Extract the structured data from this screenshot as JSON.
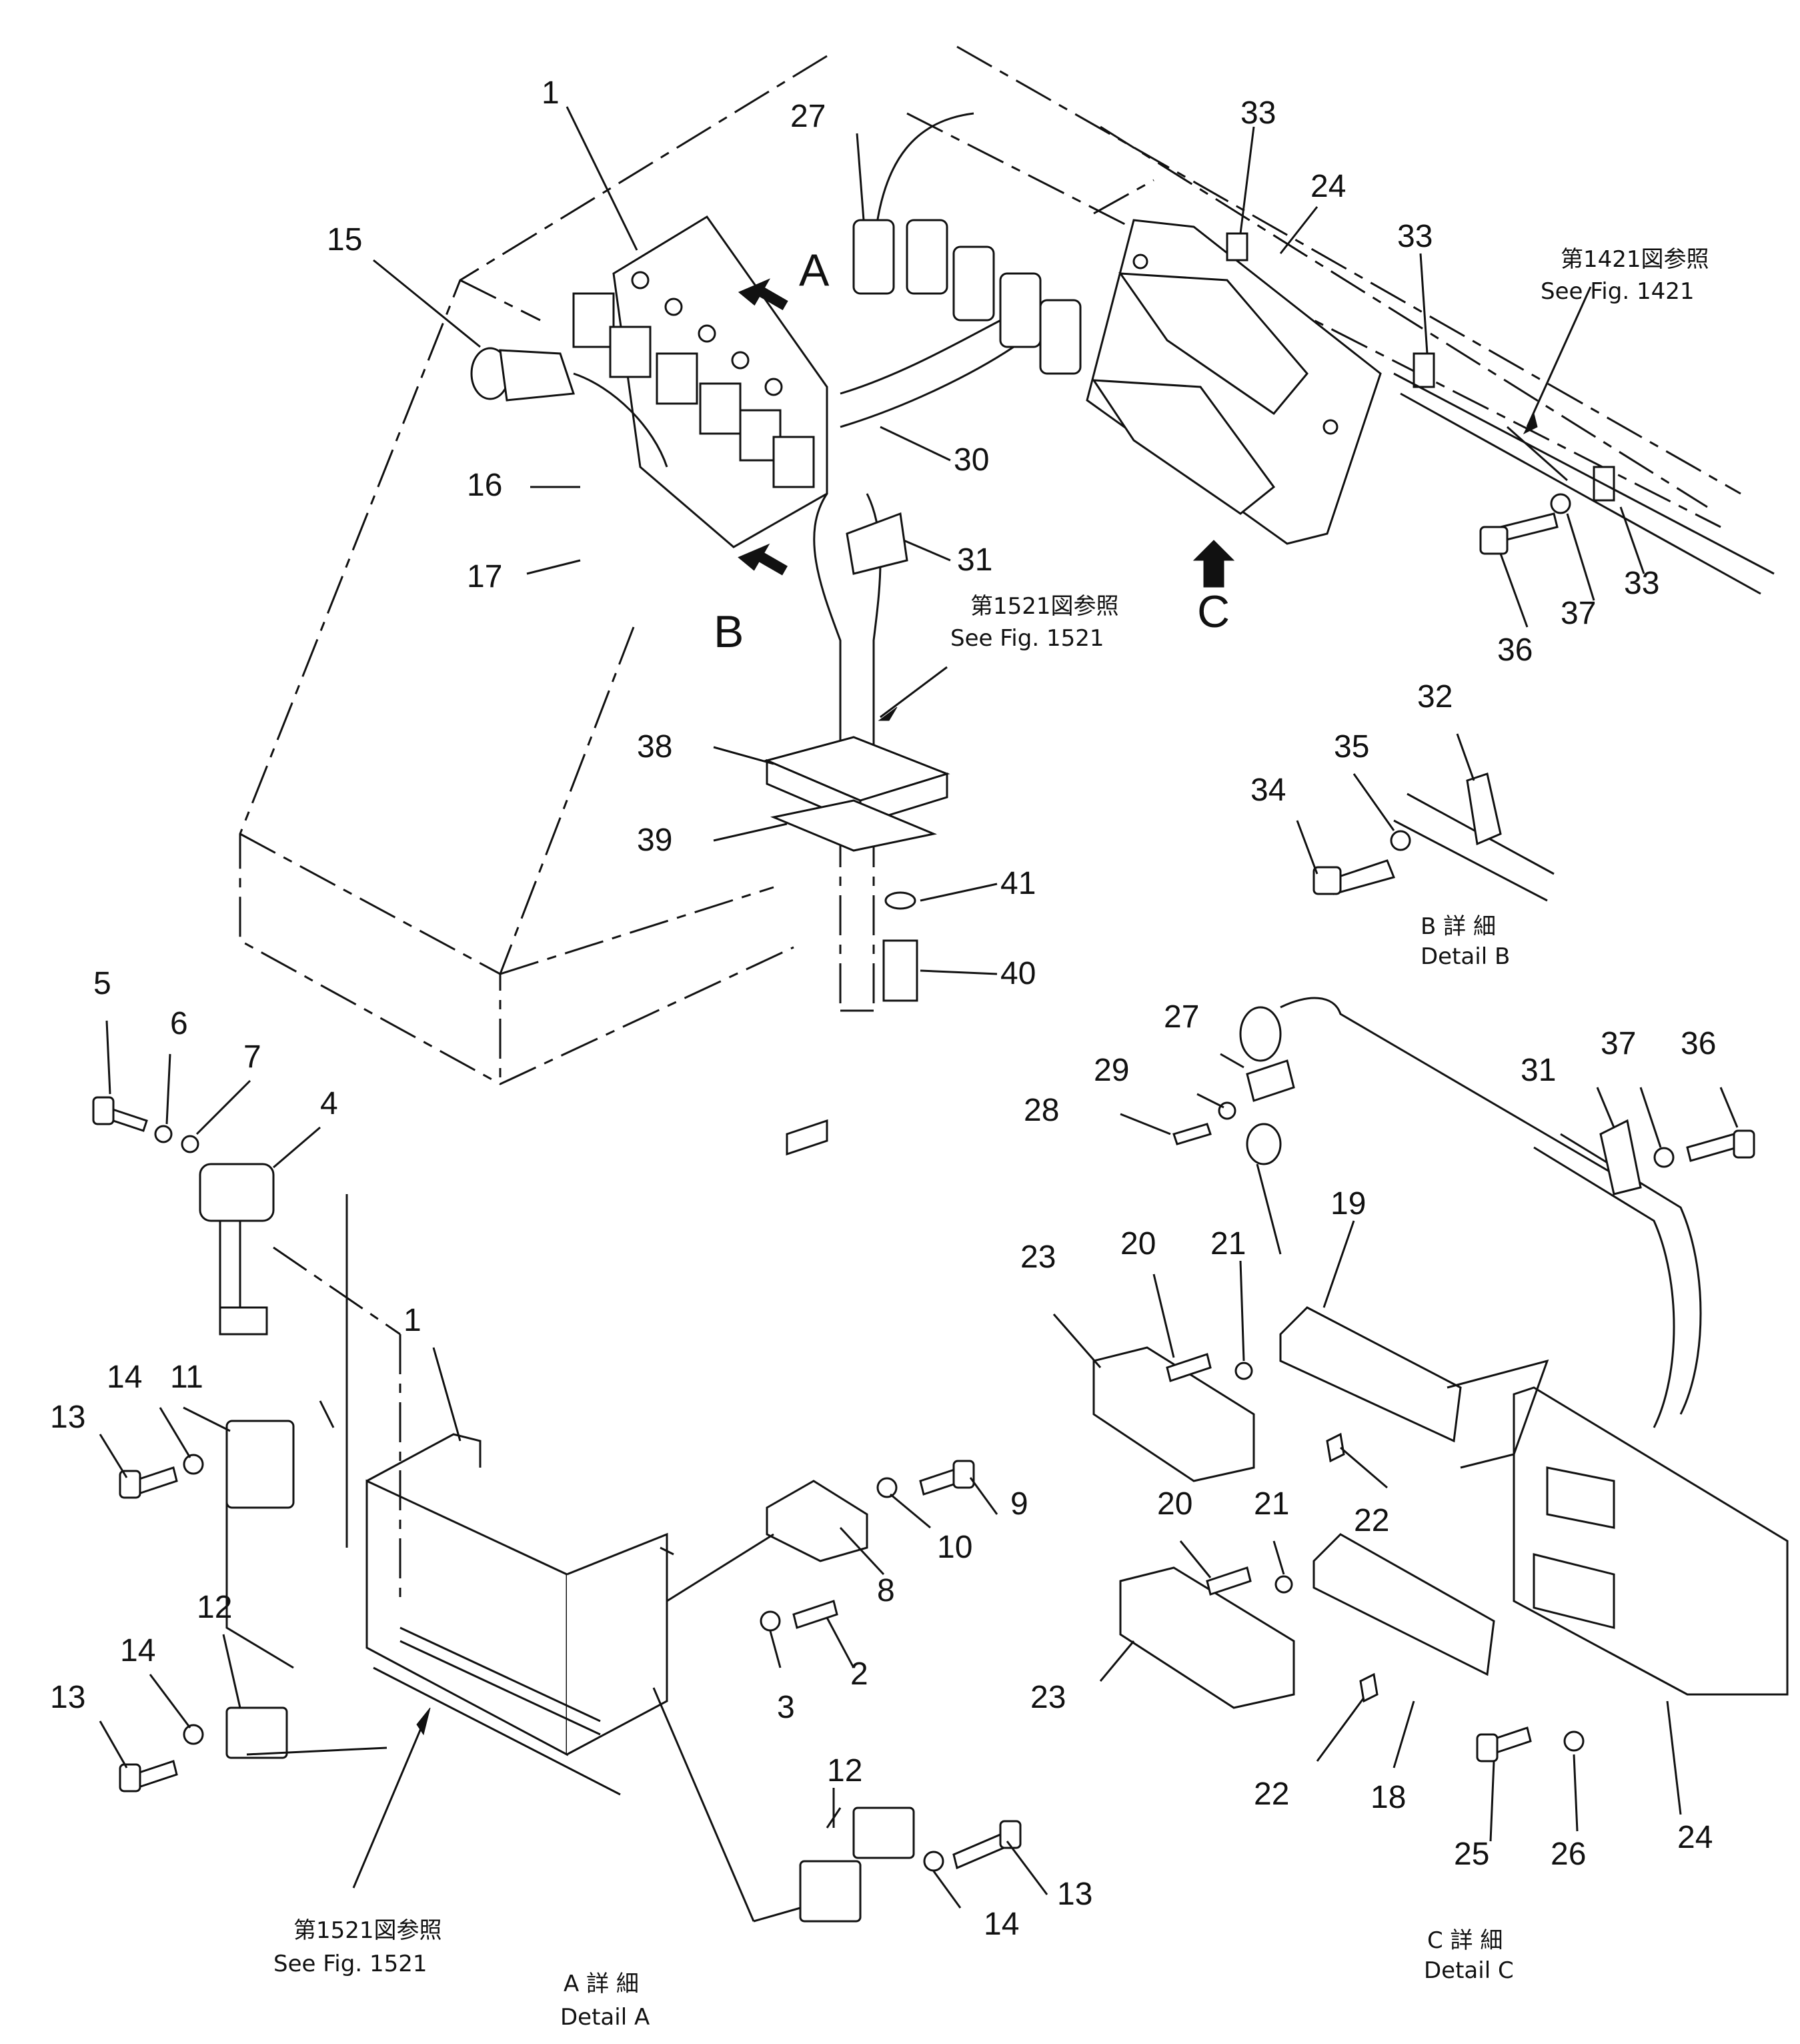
{
  "callouts": {
    "c1_top": "1",
    "c15": "15",
    "c16": "16",
    "c17": "17",
    "c27_top": "27",
    "c30": "30",
    "c31_top": "31",
    "c24_top": "24",
    "c33_a": "33",
    "c33_b": "33",
    "c33_c": "33",
    "c36_top": "36",
    "c37_top": "37",
    "c38": "38",
    "c39": "39",
    "c40": "40",
    "c41": "41",
    "c32": "32",
    "c34": "34",
    "c35": "35",
    "c5": "5",
    "c6": "6",
    "c7": "7",
    "c4": "4",
    "c11": "11",
    "c13_a": "13",
    "c14_a": "14",
    "c1_det": "1",
    "c12_a": "12",
    "c13_b": "13",
    "c14_b": "14",
    "c9": "9",
    "c10": "10",
    "c8": "8",
    "c2": "2",
    "c3": "3",
    "c12_b": "12",
    "c13_c": "13",
    "c14_c": "14",
    "c27_det": "27",
    "c29": "29",
    "c28": "28",
    "c31_det": "31",
    "c37_det": "37",
    "c36_det": "36",
    "c19": "19",
    "c23_a": "23",
    "c20_a": "20",
    "c21_a": "21",
    "c22_a": "22",
    "c20_b": "20",
    "c21_b": "21",
    "c23_b": "23",
    "c22_b": "22",
    "c18": "18",
    "c25": "25",
    "c26": "26",
    "c24_det": "24"
  },
  "view_letters": {
    "a": "A",
    "b": "B",
    "c": "C"
  },
  "references": {
    "ref_1421_jp": "第1421図参照",
    "ref_1421_en": "See Fig. 1421",
    "ref_1521_top_jp": "第1521図参照",
    "ref_1521_top_en": "See Fig. 1521",
    "ref_1521_bot_jp": "第1521図参照",
    "ref_1521_bot_en": "See Fig. 1521"
  },
  "details": {
    "a_jp": "A 詳 細",
    "a_en": "Detail A",
    "b_jp": "B 詳 細",
    "b_en": "Detail B",
    "c_jp": "C 詳 細",
    "c_en": "Detail C"
  }
}
